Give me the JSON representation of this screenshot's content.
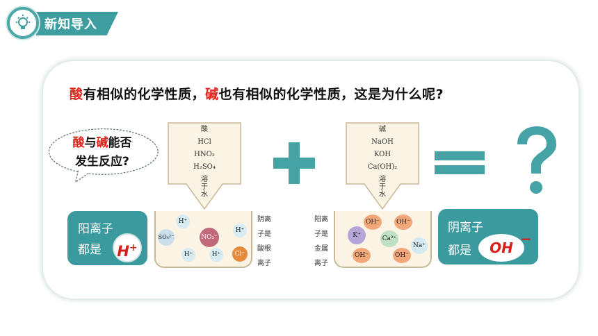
{
  "header": {
    "title": "新知导入",
    "icon": "lightbulb-icon"
  },
  "question": {
    "part1": "酸",
    "part2": "有相似的化学性质，",
    "part3": "碱",
    "part4": "也有相似的化学性质，这是为什么呢?"
  },
  "bubble": {
    "acid": "酸",
    "with": "与",
    "base": "碱",
    "rest1": "能否",
    "line2": "发生反应?"
  },
  "acid_box": {
    "title": "酸",
    "formulas": [
      "HCl",
      "HNO₃",
      "H₂SO₄"
    ],
    "dissolve": [
      "溶",
      "于",
      "水"
    ],
    "ions": [
      "H⁺",
      "SO₄²⁻",
      "NO₃⁻",
      "H⁺",
      "H⁺",
      "H⁺",
      "Cl⁻"
    ],
    "side_labels": [
      "阴离",
      "子是",
      "酸根",
      "离子"
    ]
  },
  "base_box": {
    "title": "碱",
    "formulas": [
      "NaOH",
      "KOH",
      "Ca(OH)₂"
    ],
    "dissolve": [
      "溶",
      "于",
      "水"
    ],
    "ions": [
      "OH⁻",
      "OH⁻",
      "K⁺",
      "Ca²⁺",
      "Na⁺",
      "OH⁻",
      "OH⁻"
    ],
    "side_labels": [
      "阳离",
      "子是",
      "金属",
      "离子"
    ]
  },
  "cation_panel": {
    "line1": "阳离子",
    "line2": "都是",
    "ion": "H",
    "charge": "+"
  },
  "anion_panel": {
    "line1": "阴离子",
    "line2": "都是",
    "ion": "OH",
    "charge": "−"
  },
  "symbols": {
    "plus": "plus-sign",
    "equals": "equals-sign",
    "question": "question-mark"
  },
  "colors": {
    "teal": "#3d9d9f",
    "red": "#e5231d",
    "beaker": "#fbf3e3"
  }
}
